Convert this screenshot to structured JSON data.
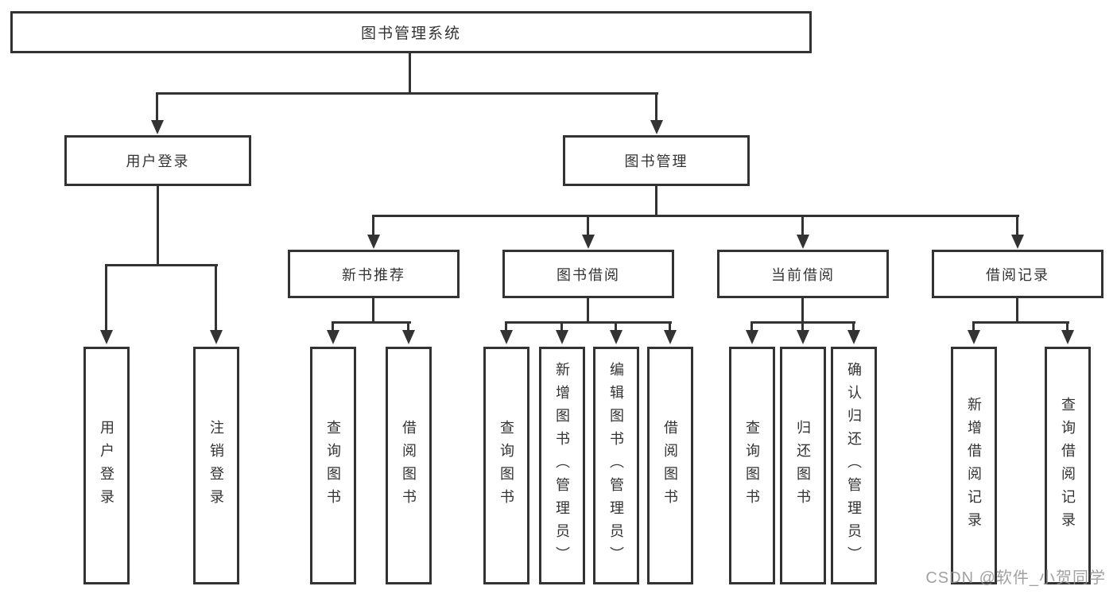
{
  "tree": {
    "root": {
      "label": "图书管理系统"
    },
    "level2": [
      {
        "label": "用户登录",
        "children": [
          {
            "label": "用户登录"
          },
          {
            "label": "注销登录"
          }
        ]
      },
      {
        "label": "图书管理"
      }
    ],
    "level3": [
      {
        "label": "新书推荐",
        "children": [
          {
            "label": "查询图书"
          },
          {
            "label": "借阅图书"
          }
        ]
      },
      {
        "label": "图书借阅",
        "children": [
          {
            "label": "查询图书"
          },
          {
            "label": "新增图书（管理员）"
          },
          {
            "label": "编辑图书（管理员）"
          },
          {
            "label": "借阅图书"
          }
        ]
      },
      {
        "label": "当前借阅",
        "children": [
          {
            "label": "查询图书"
          },
          {
            "label": "归还图书"
          },
          {
            "label": "确认归还（管理员）"
          }
        ]
      },
      {
        "label": "借阅记录",
        "children": [
          {
            "label": "新增借阅记录"
          },
          {
            "label": "查询借阅记录"
          }
        ]
      }
    ]
  },
  "watermark": {
    "text": "CSDN @软件_小贺同学"
  },
  "colors": {
    "line": "#333333",
    "background": "#ffffff",
    "watermark": "#919191"
  }
}
